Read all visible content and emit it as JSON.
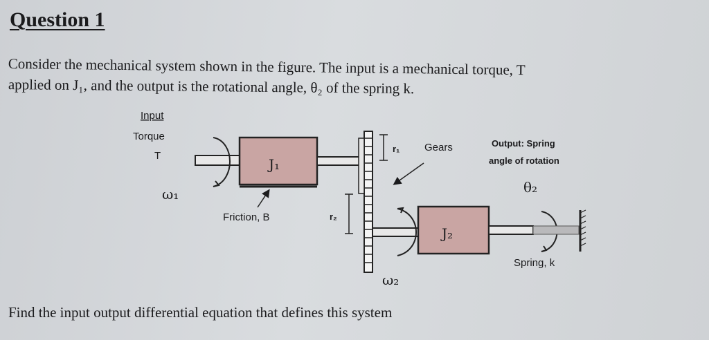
{
  "question": {
    "title": "Question 1",
    "line1": "Consider the mechanical system shown in the figure.  The input is a mechanical torque, T",
    "line2": "applied on J₁, and the output is the rotational angle, θ₂ of the spring k.",
    "footer": "Find the input output differential equation that defines this system"
  },
  "figure": {
    "input_label": "Input",
    "torque_label": "Torque",
    "torque_symbol": "T",
    "inertia1": "J₁",
    "inertia2": "J₂",
    "omega1": "ω₁",
    "omega2": "ω₂",
    "friction": "Friction, B",
    "r1": "r₁",
    "r2": "r₂",
    "gears": "Gears",
    "output_label1": "Output: Spring",
    "output_label2": "angle of rotation",
    "theta2": "θ₂",
    "spring": "Spring, k",
    "colors": {
      "inertia_fill": "#c9a5a3",
      "inertia_border": "#222222"
    }
  }
}
